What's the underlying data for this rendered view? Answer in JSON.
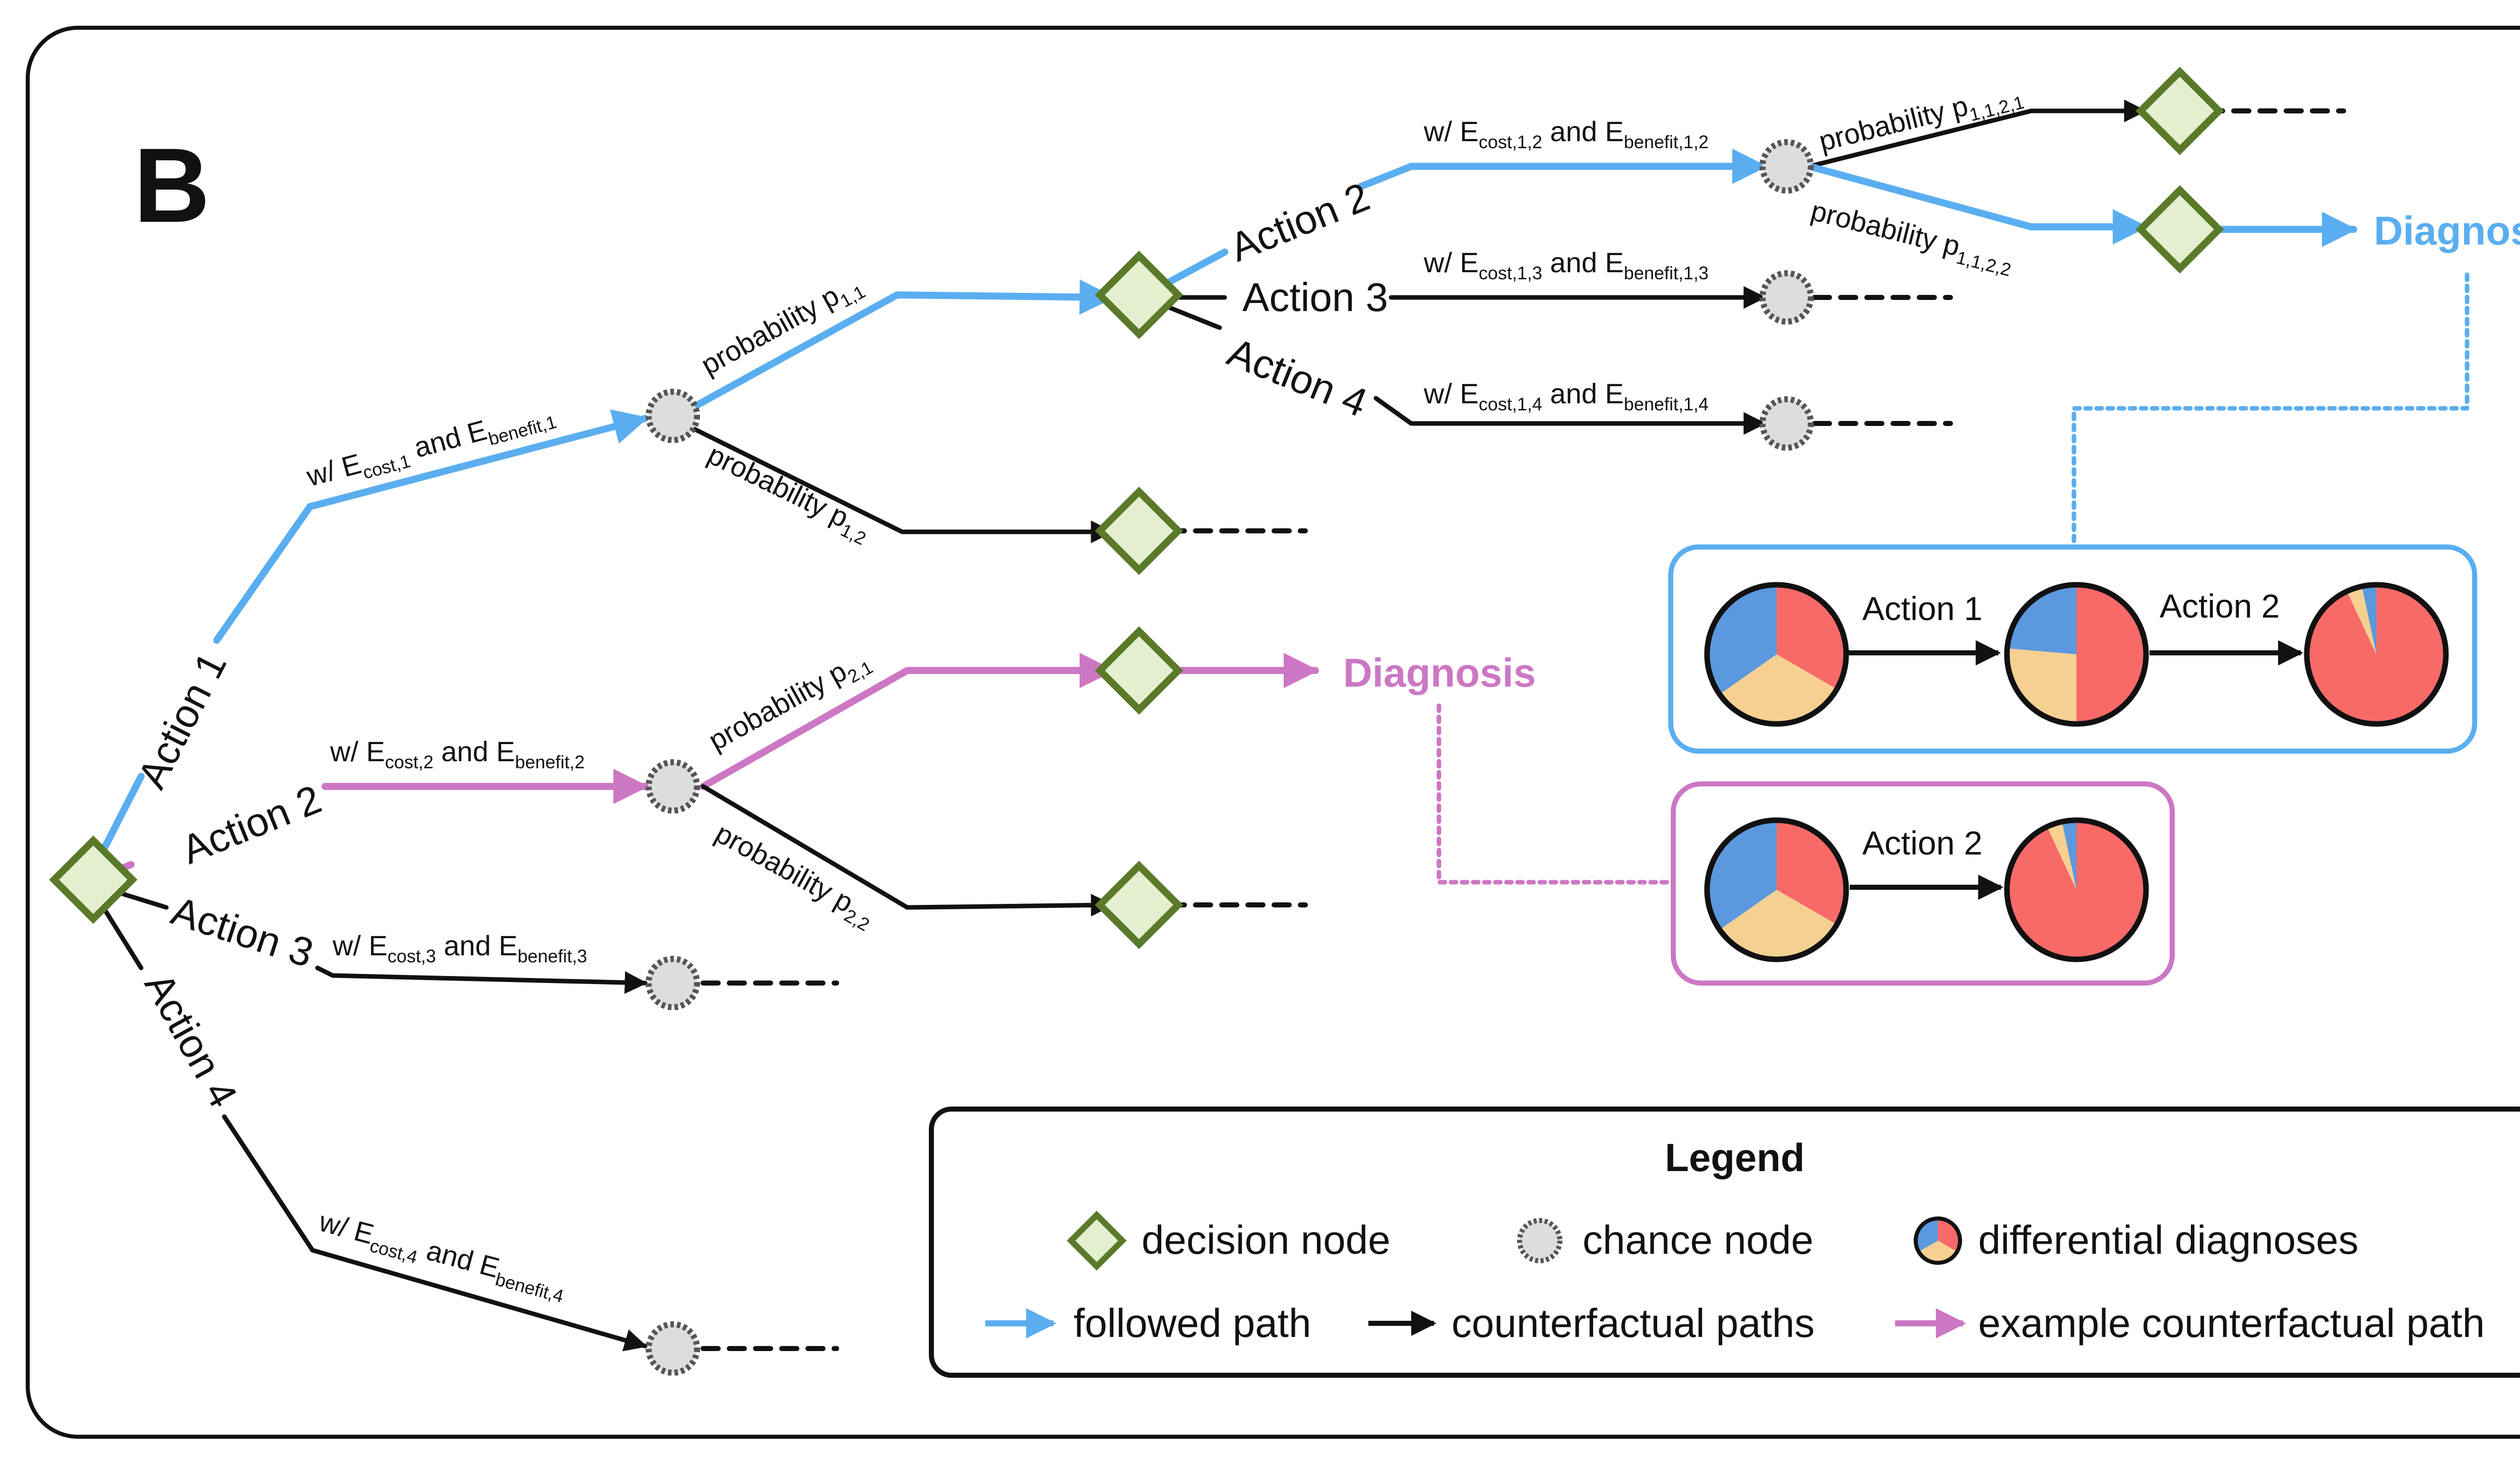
{
  "panel_label": "B",
  "colors": {
    "followed": "#5aaef0",
    "counterfactual": "#111111",
    "example": "#cc77c4",
    "decision_stroke": "#5a7a2a",
    "decision_fill": "#e3efcf",
    "chance_fill": "#dddddd",
    "pie_red": "#f86a68",
    "pie_blue": "#5b98dd",
    "pie_yellow": "#f5d091"
  },
  "actions": {
    "a1": "Action 1",
    "a2": "Action 2",
    "a3": "Action 3",
    "a4": "Action 4"
  },
  "edges": {
    "w1": {
      "prefix": "w/ E",
      "sub1": "cost,1",
      "mid": " and E",
      "sub2": "benefit,1"
    },
    "w2": {
      "prefix": "w/ E",
      "sub1": "cost,2",
      "mid": " and E",
      "sub2": "benefit,2"
    },
    "w3": {
      "prefix": "w/ E",
      "sub1": "cost,3",
      "mid": " and E",
      "sub2": "benefit,3"
    },
    "w4": {
      "prefix": "w/ E",
      "sub1": "cost,4",
      "mid": " and E",
      "sub2": "benefit,4"
    },
    "w12": {
      "prefix": "w/ E",
      "sub1": "cost,1,2",
      "mid": " and E",
      "sub2": "benefit,1,2"
    },
    "w13": {
      "prefix": "w/ E",
      "sub1": "cost,1,3",
      "mid": " and E",
      "sub2": "benefit,1,3"
    },
    "w14": {
      "prefix": "w/ E",
      "sub1": "cost,1,4",
      "mid": " and E",
      "sub2": "benefit,1,4"
    }
  },
  "probabilities": {
    "p11": {
      "text": "probability p",
      "sub": "1,1"
    },
    "p12": {
      "text": "probability p",
      "sub": "1,2"
    },
    "p21": {
      "text": "probability p",
      "sub": "2,1"
    },
    "p22": {
      "text": "probability p",
      "sub": "2,2"
    },
    "p1121": {
      "text": "probability p",
      "sub": "1,1,2,1"
    },
    "p1122": {
      "text": "probability p",
      "sub": "1,1,2,2"
    }
  },
  "diagnosis_label": "Diagnosis",
  "insets": {
    "blue": {
      "action_a": "Action 1",
      "action_b": "Action 2"
    },
    "purple": {
      "action_a": "Action 2"
    }
  },
  "legend": {
    "title": "Legend",
    "decision": "decision node",
    "chance": "chance node",
    "differential": "differential diagnoses",
    "followed": "followed path",
    "counterfactual": "counterfactual paths",
    "example": "example counterfactual path"
  }
}
